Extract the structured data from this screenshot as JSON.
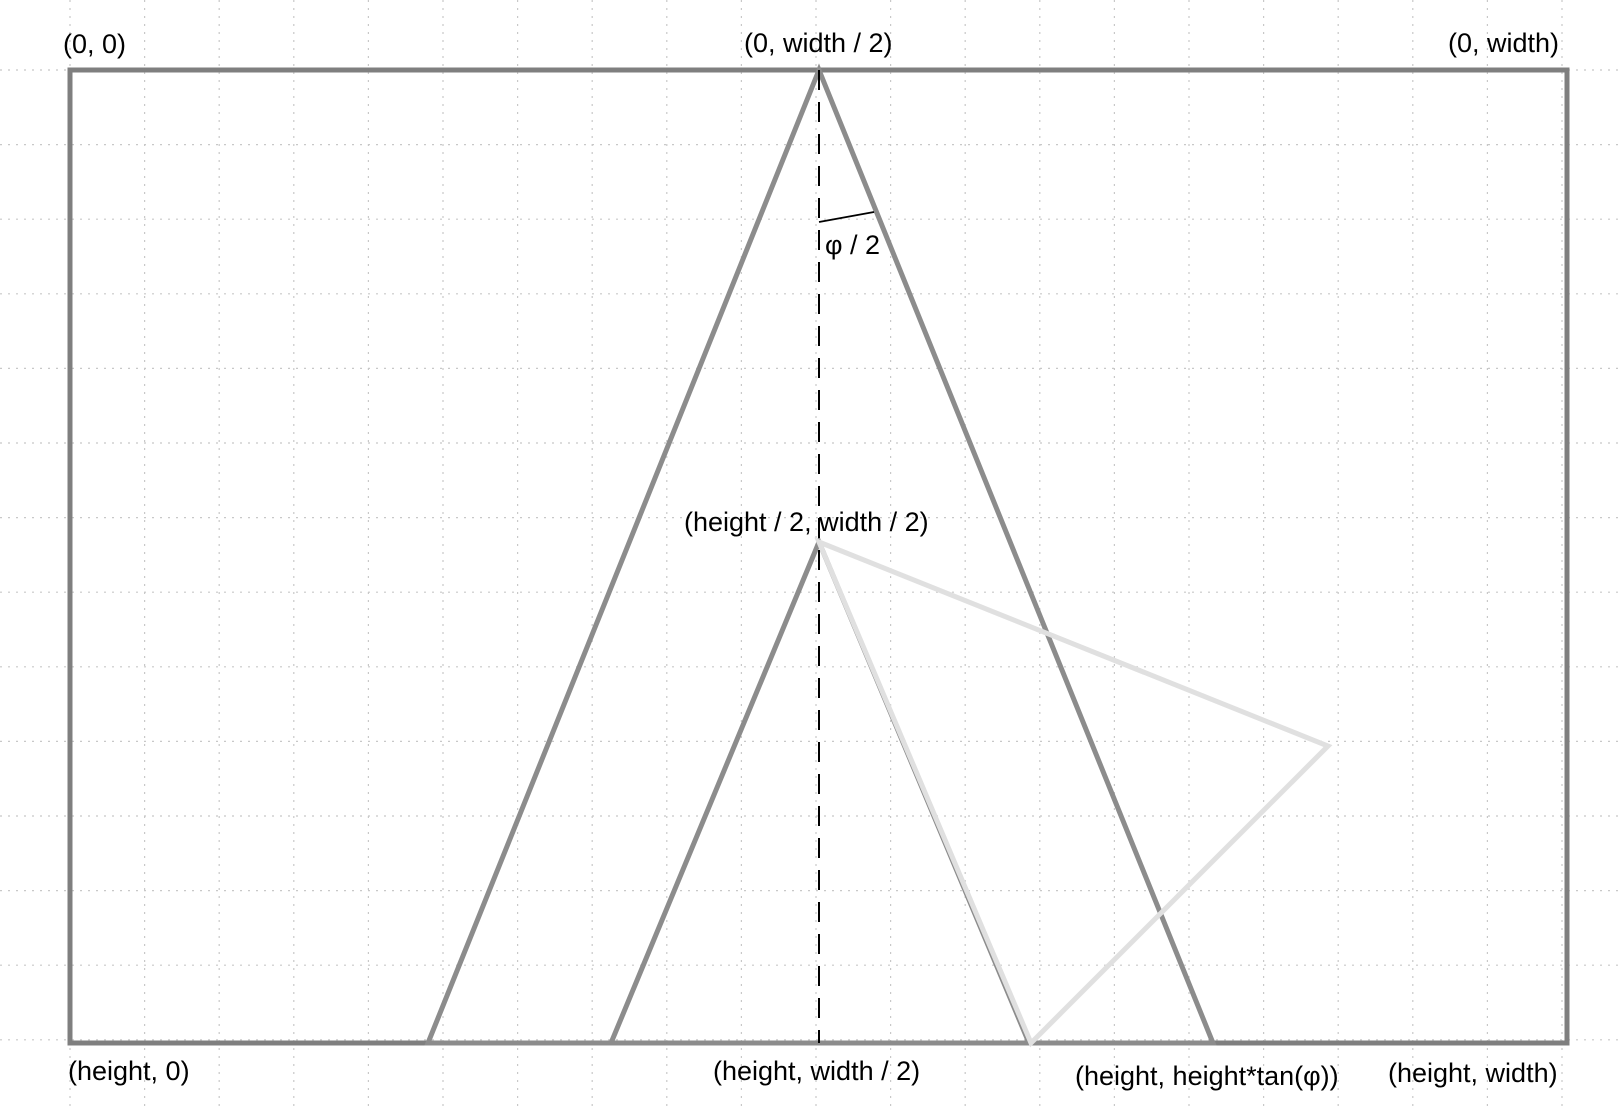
{
  "labels": {
    "top_left": "(0, 0)",
    "top_center": "(0, width / 2)",
    "top_right": "(0, width)",
    "angle": "φ / 2",
    "mid_center": "(height / 2, width / 2)",
    "bottom_left": "(height, 0)",
    "bottom_center": "(height, width / 2)",
    "bottom_tan": "(height, height*tan(φ))",
    "bottom_right": "(height, width)"
  },
  "colors": {
    "background": "#ffffff",
    "grid": "#c8c8c8",
    "frame": "#7f7f7f",
    "triangle": "#8c8c8c",
    "rotated_triangle": "#e0e0e0",
    "axis": "#000000",
    "text": "#000000"
  }
}
